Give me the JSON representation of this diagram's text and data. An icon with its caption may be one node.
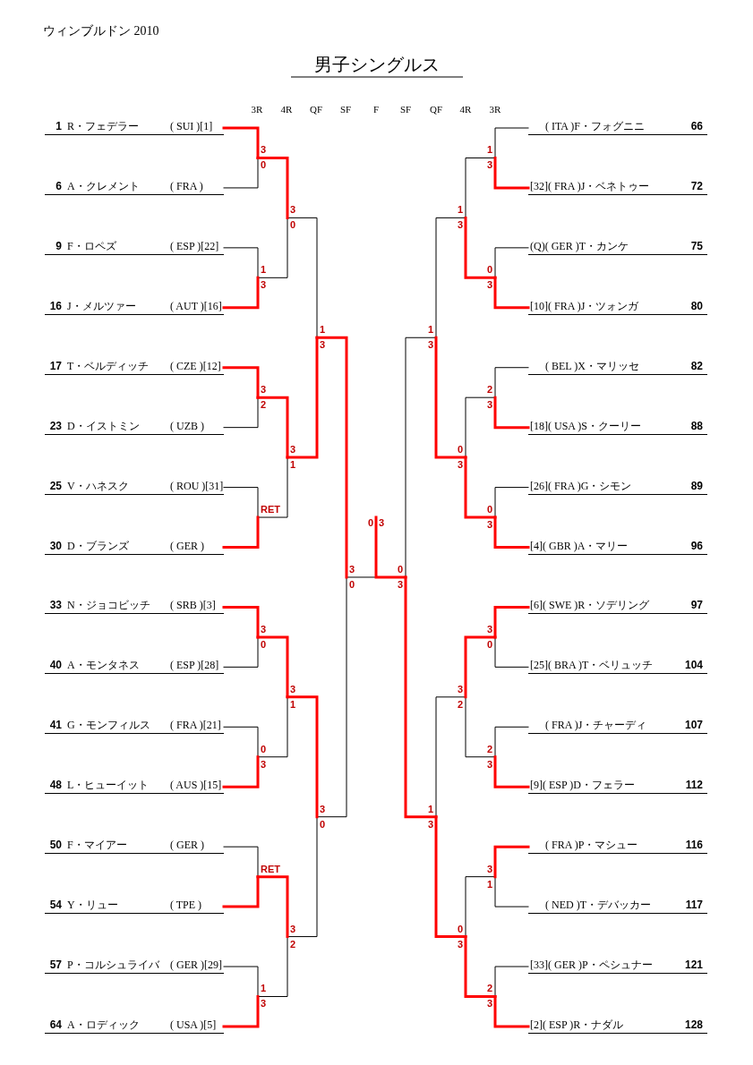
{
  "diagram": {
    "title": "男子シングルス",
    "nodes": [
      {
        "text": [
          "1",
          "R・フェデラー",
          "( SUI )[1]"
        ]
      },
      {
        "text": [
          "6",
          "A・クレメント",
          "( FRA )"
        ]
      },
      {
        "text": [
          "9",
          "F・ロペズ",
          "( ESP )[22]"
        ]
      },
      {
        "text": [
          "16",
          "J・メルツァー",
          "( AUT )[16]"
        ]
      },
      {
        "text": [
          "17",
          "T・ベルディッチ",
          "( CZE )[12]"
        ]
      },
      {
        "text": [
          "23",
          "D・イストミン",
          "( UZB )"
        ]
      },
      {
        "text": [
          "25",
          "V・ハネスク",
          "( ROU )[31]"
        ]
      },
      {
        "text": [
          "30",
          "D・ブランズ",
          "( GER )"
        ]
      },
      {
        "text": [
          "33",
          "N・ジョコビッチ",
          "( SRB )[3]"
        ]
      },
      {
        "text": [
          "40",
          "A・モンタネス",
          "( ESP )[28]"
        ]
      },
      {
        "text": [
          "41",
          "G・モンフィルス",
          "( FRA )[21]"
        ]
      },
      {
        "text": [
          "48",
          "L・ヒューイット",
          "( AUS )[15]"
        ]
      },
      {
        "text": [
          "50",
          "F・マイアー",
          "( GER )"
        ]
      },
      {
        "text": [
          "54",
          "Y・リュー",
          "( TPE )"
        ]
      },
      {
        "text": [
          "57",
          "P・コルシュライバ",
          "( GER )[29]"
        ]
      },
      {
        "text": [
          "64",
          "A・ロディック",
          "( USA )[5]"
        ]
      },
      {
        "text": [
          "( ITA )F・フォグニニ",
          "66"
        ]
      },
      {
        "text": [
          "[32]( FRA )J・ベネトゥー",
          "72"
        ]
      },
      {
        "text": [
          "(Q)( GER )T・カンケ",
          "75"
        ]
      },
      {
        "text": [
          "[10]( FRA )J・ツォンガ",
          "80"
        ]
      },
      {
        "text": [
          "( BEL )X・マリッセ",
          "82"
        ]
      },
      {
        "text": [
          "[18]( USA )S・クーリー",
          "88"
        ]
      },
      {
        "text": [
          "[26]( FRA )G・シモン",
          "89"
        ]
      },
      {
        "text": [
          "[4]( GBR )A・マリー",
          "96"
        ]
      },
      {
        "text": [
          "[6]( SWE )R・ソデリング",
          "97"
        ]
      },
      {
        "text": [
          "[25]( BRA )T・ベリュッチ",
          "104"
        ]
      },
      {
        "text": [
          "( FRA )J・チャーディ",
          "107"
        ]
      },
      {
        "text": [
          "[9]( ESP )D・フェラー",
          "112"
        ]
      },
      {
        "text": [
          "( FRA )P・マシュー",
          "116"
        ]
      },
      {
        "text": [
          "( NED )T・デバッカー",
          "117"
        ]
      },
      {
        "text": [
          "[33]( GER )P・ペシュナー",
          "121"
        ]
      },
      {
        "text": [
          "[2]( ESP )R・ナダル",
          "128"
        ]
      }
    ],
    "labels": [
      "ウィンブルドン 2010",
      "3R",
      "4R",
      "QF",
      "SF",
      "F",
      "SF",
      "QF",
      "4R",
      "3R",
      "3",
      "0",
      "1",
      "3",
      "3",
      "2",
      "RET",
      "3",
      "0",
      "0",
      "3",
      "RET",
      "1",
      "3",
      "3",
      "0",
      "3",
      "1",
      "3",
      "1",
      "3",
      "2",
      "1",
      "3",
      "3",
      "0",
      "3",
      "0",
      "1",
      "3",
      "0",
      "3",
      "2",
      "3",
      "0",
      "3",
      "3",
      "0",
      "2",
      "3",
      "3",
      "1",
      "2",
      "3",
      "1",
      "3",
      "0",
      "3",
      "3",
      "2",
      "0",
      "3",
      "1",
      "3",
      "1",
      "3",
      "0",
      "3",
      "0",
      "3"
    ]
  }
}
